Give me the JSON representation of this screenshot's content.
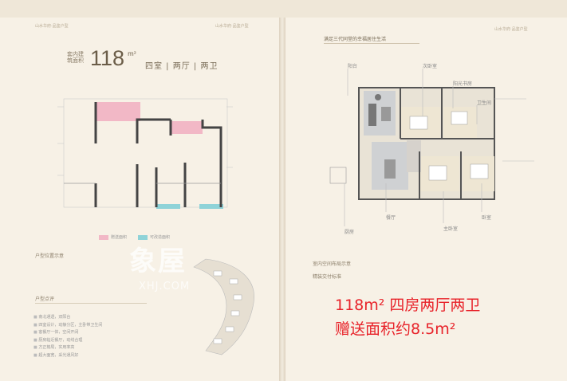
{
  "left": {
    "header_text": "山水华府·品鉴户型",
    "area_label": "套内建筑面积",
    "area_value": "118",
    "area_unit": "m²",
    "layout": "四室 | 两厅 | 两卫",
    "legend": [
      {
        "label": "赠送面积",
        "color": "#f2b8c6"
      },
      {
        "label": "可改造面积",
        "color": "#8fd3d8"
      }
    ],
    "section_site": "户型位置示意",
    "section_points": "户型点评",
    "bullets": [
      "南北通透，双阳台",
      "四室设计，动静分区，主卧带卫生间",
      "客餐厅一体，空间开阔",
      "厨房临近餐厅，动线合理",
      "方正格局，实用率高",
      "超大面宽，采光通风好"
    ],
    "watermark": "象屋",
    "watermark_sub": "XHJ.COM"
  },
  "right": {
    "header_text": "山水华府·品鉴户型",
    "title": "满足三代同堂的幸福居住生活",
    "rooms": {
      "balcony": "阳台",
      "bedroom2": "次卧",
      "study": "书房",
      "bath": "卫生间",
      "kitchen": "厨房",
      "dining": "餐厅",
      "bedroom": "卧室",
      "master": "主卧"
    },
    "callouts": {
      "top_left": "阳台",
      "top_mid": "次卧室",
      "right_a": "阳光书房",
      "right_b": "卫生间",
      "bottom_a": "餐厅",
      "bottom_b": "主卧室",
      "bottom_c": "卧室",
      "left_a": "厨房"
    },
    "section_bottom": "室内空间布局示意",
    "section_bottom2": "精装交付标准",
    "promo_line1": "118m² 四房两厅两卫",
    "promo_line2": "赠送面积约8.5m²"
  },
  "colors": {
    "pink": "#f2b8c6",
    "teal": "#8fd3d8",
    "promo_red": "#e8232a"
  }
}
